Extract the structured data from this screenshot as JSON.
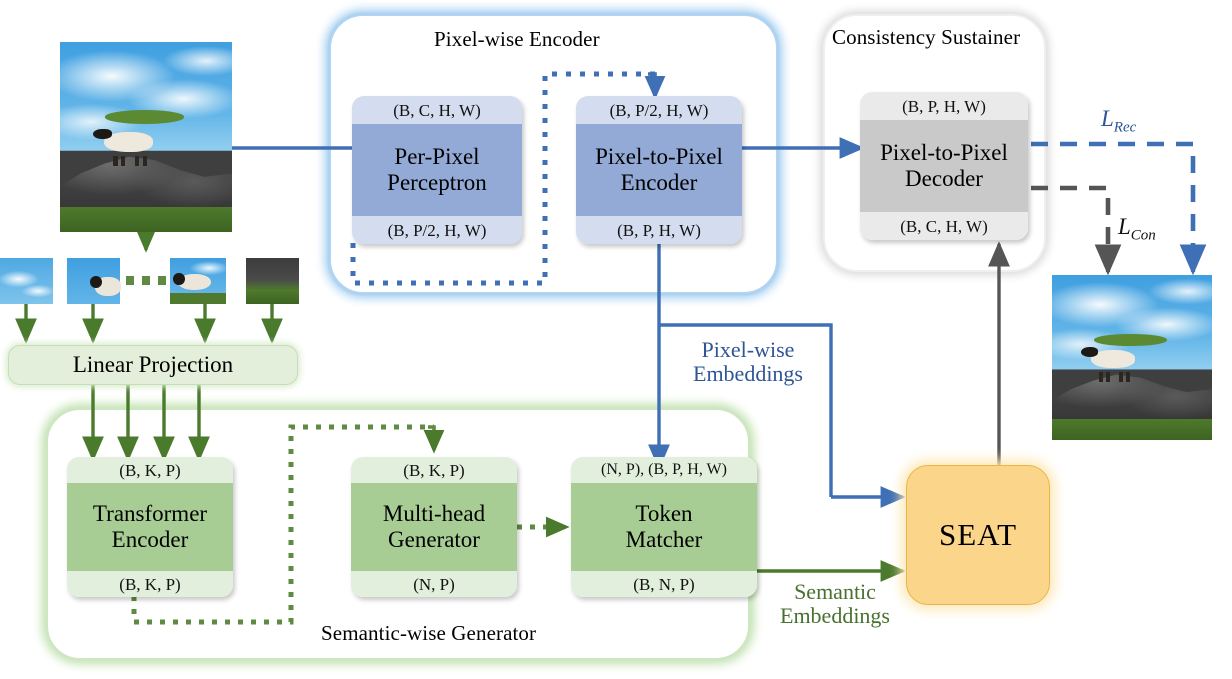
{
  "groups": {
    "pixel_encoder": {
      "title": "Pixel-wise Encoder"
    },
    "consistency": {
      "title": "Consistency Sustainer"
    },
    "semantic": {
      "title": "Semantic-wise Generator"
    }
  },
  "blocks": {
    "per_pixel_perceptron": {
      "cap": "(B, C, H, W)",
      "name": "Per-Pixel\nPerceptron",
      "name_l1": "Per-Pixel",
      "name_l2": "Perceptron",
      "foot": "(B, P/2,  H, W)"
    },
    "pixel_to_pixel_encoder": {
      "cap": "(B, P/2,  H, W)",
      "name_l1": "Pixel-to-Pixel",
      "name_l2": "Encoder",
      "foot": "(B, P,  H, W)"
    },
    "pixel_to_pixel_decoder": {
      "cap": "(B, P, H, W)",
      "name_l1": "Pixel-to-Pixel",
      "name_l2": "Decoder",
      "foot": "(B, C, H, W)"
    },
    "transformer_encoder": {
      "cap": "(B, K, P)",
      "name_l1": "Transformer",
      "name_l2": "Encoder",
      "foot": "(B, K, P)"
    },
    "multi_head_generator": {
      "cap": "(B, K, P)",
      "name_l1": "Multi-head",
      "name_l2": "Generator",
      "foot": "(N, P)"
    },
    "token_matcher": {
      "cap": "(N, P), (B, P,  H, W)",
      "name_l1": "Token",
      "name_l2": "Matcher",
      "foot": "(B, N, P)"
    },
    "linear_projection": {
      "label": "Linear Projection"
    },
    "seat": {
      "label": "SEAT"
    }
  },
  "edge_labels": {
    "pixel_embeddings_l1": "Pixel-wise",
    "pixel_embeddings_l2": "Embeddings",
    "semantic_embeddings_l1": "Semantic",
    "semantic_embeddings_l2": "Embeddings",
    "loss_rec": "L",
    "loss_rec_sub": "Rec",
    "loss_con": "L",
    "loss_con_sub": "Con"
  },
  "colors": {
    "blue_flow": "#3f6fb5",
    "green_flow": "#4a7a2c",
    "gray_flow": "#555555",
    "block_blue_body": "#93aad6",
    "block_blue_band": "#d4ddf0",
    "block_green_body": "#a8cd94",
    "block_green_band": "#e2efdc",
    "block_gray_body": "#c9c9c9",
    "block_gray_band": "#eaeaea",
    "seat_fill": "#fbd589",
    "loss_rec_color": "#2f5597",
    "loss_con_color": "#111111"
  },
  "images": {
    "input_image": "sheep-on-rock-photo",
    "output_image": "reconstructed-sheep-on-rock-photo",
    "patches": [
      "patch-sky-1",
      "patch-sheep-head",
      "patch-sheep-body",
      "patch-rock-grass"
    ],
    "patch_ellipsis": "dotted-ellipsis"
  }
}
